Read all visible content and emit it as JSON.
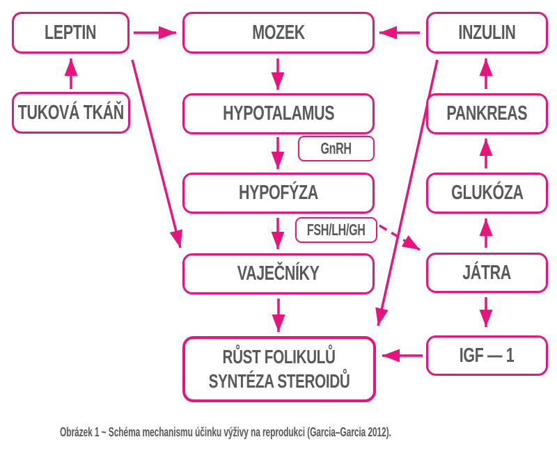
{
  "figure": {
    "caption": "Obrázek 1 ~ Schéma mechanismu účinku výživy na reprodukci (Garcia–Garcia 2012)."
  },
  "colors": {
    "accent": "#E8137D",
    "text": "#58595B",
    "background": "#FFFFFF"
  },
  "nodes": {
    "leptin": {
      "label": "LEPTIN"
    },
    "tukova_tkan": {
      "label": "TUKOVÁ TKÁŇ"
    },
    "mozek": {
      "label": "MOZEK"
    },
    "inzulin": {
      "label": "INZULIN"
    },
    "hypotalamus": {
      "label": "HYPOTALAMUS"
    },
    "pankreas": {
      "label": "PANKREAS"
    },
    "gnrh": {
      "label": "GnRH"
    },
    "hypofyza": {
      "label": "HYPOFÝZA"
    },
    "glukoza": {
      "label": "GLUKÓZA"
    },
    "fsh_lh_gh": {
      "label": "FSH/LH/GH"
    },
    "vajecniky": {
      "label": "VAJEČNÍKY"
    },
    "jatra": {
      "label": "JÁTRA"
    },
    "rust_folikulu": {
      "line1": "RŮST FOLIKULŮ",
      "line2": "SYNTÉZA STEROIDŮ"
    },
    "igf1": {
      "label": "IGF — 1"
    }
  },
  "edges": [
    {
      "from": "TUKOVÁ TKÁŇ",
      "to": "LEPTIN",
      "style": "solid"
    },
    {
      "from": "LEPTIN",
      "to": "MOZEK",
      "style": "solid"
    },
    {
      "from": "INZULIN",
      "to": "MOZEK",
      "style": "solid"
    },
    {
      "from": "MOZEK",
      "to": "HYPOTALAMUS",
      "style": "solid"
    },
    {
      "from": "HYPOTALAMUS",
      "to": "HYPOFÝZA",
      "style": "solid",
      "label": "GnRH"
    },
    {
      "from": "HYPOFÝZA",
      "to": "VAJEČNÍKY",
      "style": "solid",
      "label": "FSH/LH/GH"
    },
    {
      "from": "VAJEČNÍKY",
      "to": "RŮST FOLIKULŮ / SYNTÉZA STEROIDŮ",
      "style": "solid"
    },
    {
      "from": "LEPTIN",
      "to": "VAJEČNÍKY",
      "style": "solid"
    },
    {
      "from": "INZULIN",
      "to": "RŮST FOLIKULŮ / SYNTÉZA STEROIDŮ",
      "style": "solid"
    },
    {
      "from": "PANKREAS",
      "to": "INZULIN",
      "style": "solid"
    },
    {
      "from": "GLUKÓZA",
      "to": "PANKREAS",
      "style": "solid"
    },
    {
      "from": "JÁTRA",
      "to": "GLUKÓZA",
      "style": "solid"
    },
    {
      "from": "JÁTRA",
      "to": "IGF — 1",
      "style": "solid"
    },
    {
      "from": "IGF — 1",
      "to": "RŮST FOLIKULŮ / SYNTÉZA STEROIDŮ",
      "style": "solid"
    },
    {
      "from": "FSH/LH/GH",
      "to": "JÁTRA",
      "style": "dashed"
    }
  ]
}
